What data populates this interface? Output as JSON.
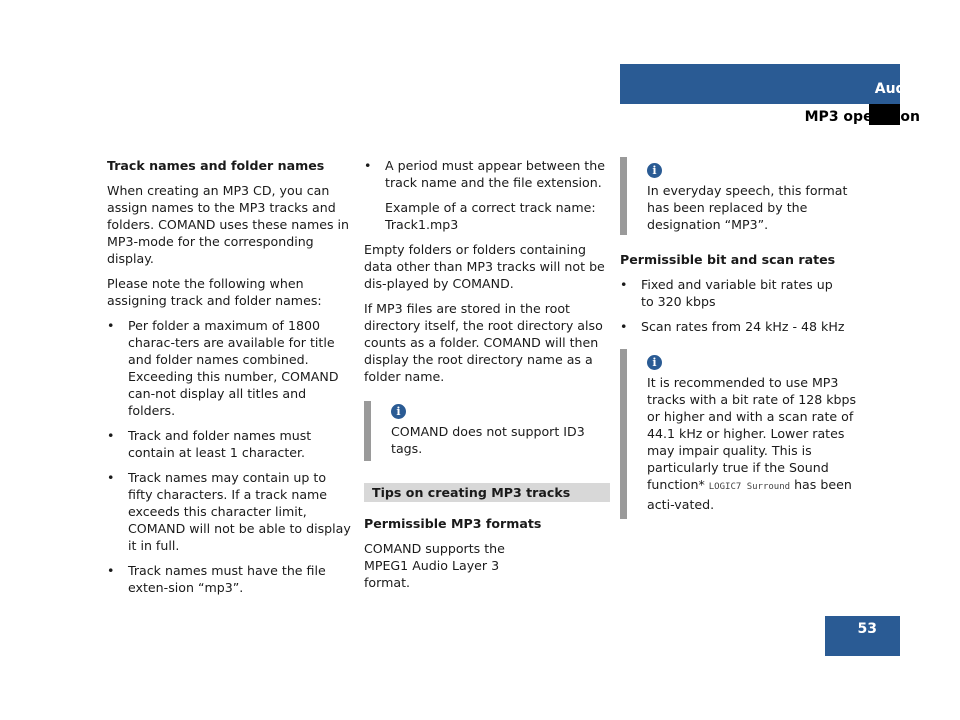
{
  "header": {
    "section": "Audio",
    "subsection": "MP3 operation"
  },
  "page_number": "53",
  "col1": {
    "heading": "Track names and folder names",
    "para1": "When creating an MP3 CD, you can assign names to the MP3 tracks and folders. COMAND uses these names in MP3-mode for the corresponding display.",
    "para2": "Please note the following when assigning track and folder names:",
    "bullet1a": "Per folder a maximum of 1800 charac-ters are available for title and folder names combined.",
    "bullet1b": "Exceeding  this number, COMAND can-not display all titles and folders.",
    "bullet2": "Track and folder names must contain at least 1 character.",
    "bullet3": "Track names may contain up to fifty characters. If a track name exceeds this character limit, COMAND will not be able to display it in full.",
    "bullet4": "Track names must have the file exten-sion “mp3”."
  },
  "col2": {
    "bullet1": "A period must appear between the track name and the file extension.",
    "example_label": "Example of a correct track name:",
    "example_value": "Track1.mp3",
    "para1": "Empty folders or folders containing data other than MP3 tracks will not be dis-played by COMAND.",
    "para2": "If MP3 files are stored in the root directory itself, the root directory also counts as a folder. COMAND will then display the root directory name as a folder name.",
    "info_text": "COMAND does not support ID3 tags.",
    "tips_heading": "Tips on creating MP3 tracks",
    "formats_heading": "Permissible MP3 formats",
    "formats_text": "COMAND supports the MPEG1 Audio Layer 3 format."
  },
  "col3": {
    "info1_text": "In everyday speech, this format has been replaced by the designation “MP3”.",
    "rates_heading": "Permissible bit and scan rates",
    "rates_bullet1": "Fixed and variable bit rates up to 320 kbps",
    "rates_bullet2": "Scan rates from 24 kHz - 48 kHz",
    "info2_text_a": "It is recommended to use MP3 tracks with a bit rate of 128 kbps or higher and with a scan rate of 44.1 kHz or higher. Lower rates may impair quality. This is particularly true if the Sound function*",
    "info2_logic": "LOGIC7 Surround",
    "info2_text_b": "has been acti-vated."
  },
  "glyphs": {
    "bullet": "•",
    "info": "i"
  },
  "colors": {
    "accent_blue": "#2a5b94",
    "info_bar_gray": "#9a9a9a",
    "tips_bar_gray": "#d8d8d8"
  }
}
